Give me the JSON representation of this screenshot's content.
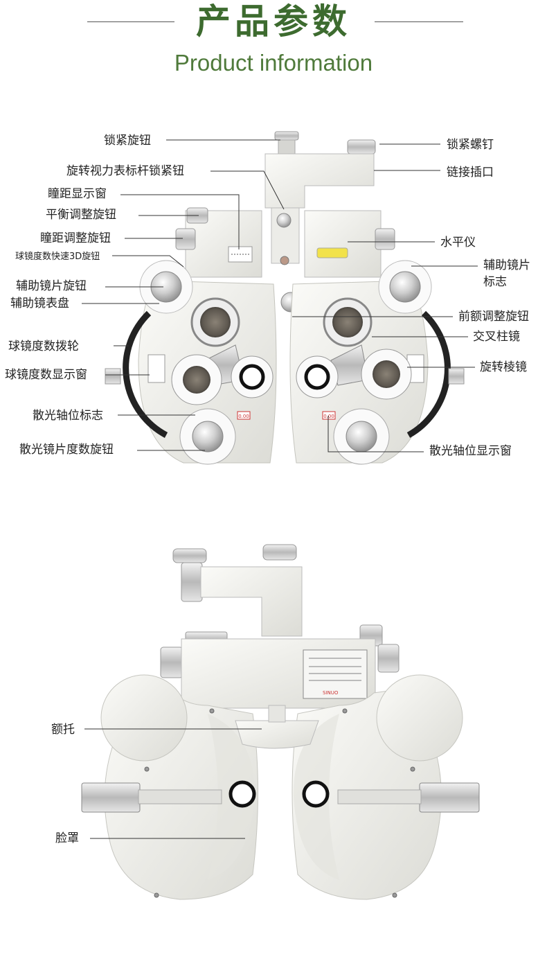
{
  "header": {
    "title": "产品参数",
    "subtitle": "Product information"
  },
  "front_view": {
    "labels": {
      "lock_knob": "锁紧旋钮",
      "lock_screw": "锁紧螺钉",
      "chart_rod_lock": "旋转视力表标杆锁紧钮",
      "link_socket": "链接插口",
      "pd_window": "瞳距显示窗",
      "balance_knob": "平衡调整旋钮",
      "pd_knob": "瞳距调整旋钮",
      "level": "水平仪",
      "sph_3d_knob": "球镜度数快速3D旋钮",
      "aux_mark": "辅助镜片\n标志",
      "aux_knob": "辅助镜片旋钮",
      "aux_dial": "辅助镜表盘",
      "forehead_knob": "前额调整旋钮",
      "sph_wheel": "球镜度数拨轮",
      "cross_cyl": "交叉柱镜",
      "sph_window": "球镜度数显示窗",
      "rotary_prism": "旋转棱镜",
      "axis_mark": "散光轴位标志",
      "cyl_knob": "散光镜片度数旋钮",
      "axis_window": "散光轴位显示窗"
    },
    "readout": "0.00"
  },
  "back_view": {
    "labels": {
      "forehead_rest": "额托",
      "face_shield": "脸罩"
    },
    "brand": "SINUO"
  },
  "colors": {
    "title_green": "#3d6b2f",
    "subtitle_green": "#4f7a3b",
    "body_white": "#eeeeea",
    "metal": "#c4c4c4"
  }
}
